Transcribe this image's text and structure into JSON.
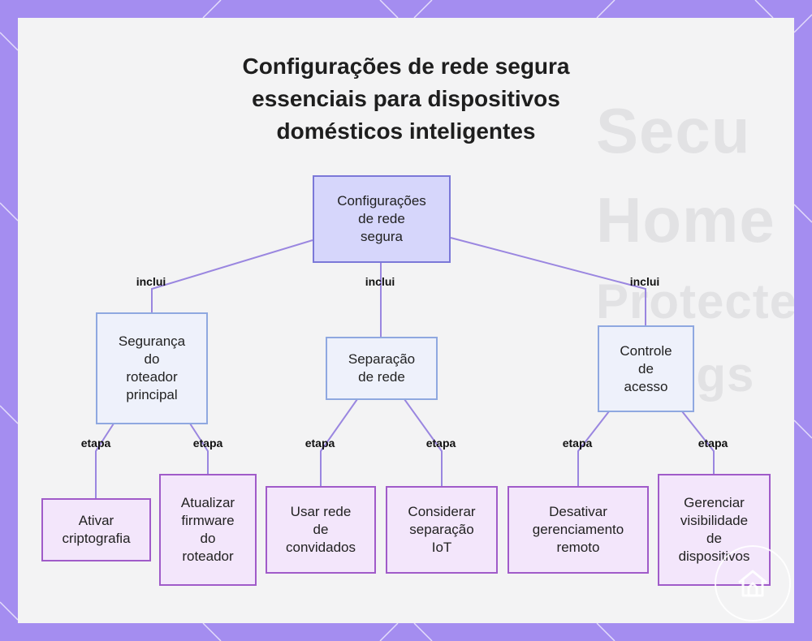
{
  "title": {
    "line1": "Configurações de rede segura",
    "line2": "essenciais para dispositivos",
    "line3": "domésticos inteligentes"
  },
  "background_text": [
    "Secu",
    "Home",
    "Protecte",
    "ings"
  ],
  "nodes": {
    "root": "Configurações\nde rede\nsegura",
    "router": "Segurança\ndo\nroteador\nprincipal",
    "separation": "Separação\nde rede",
    "access": "Controle\nde\nacesso",
    "encrypt": "Ativar\ncriptografia",
    "firmware": "Atualizar\nfirmware\ndo\nroteador",
    "guest": "Usar rede\nde\nconvidados",
    "iot": "Considerar\nseparação\nIoT",
    "remote": "Desativar\ngerenciamento\nremoto",
    "visibility": "Gerenciar\nvisibilidade\nde\ndispositivos"
  },
  "edge_labels": {
    "includes": "inclui",
    "step": "etapa"
  },
  "colors": {
    "frame": "#a48df0",
    "root_fill": "#d6d6fb",
    "root_border": "#7b78d8",
    "mid_fill": "#eef1fb",
    "mid_border": "#8fa8e0",
    "leaf_fill": "#f3e6fb",
    "leaf_border": "#a05bc9",
    "edge": "#9a86e0"
  },
  "icons": [
    "home-logo-icon"
  ]
}
